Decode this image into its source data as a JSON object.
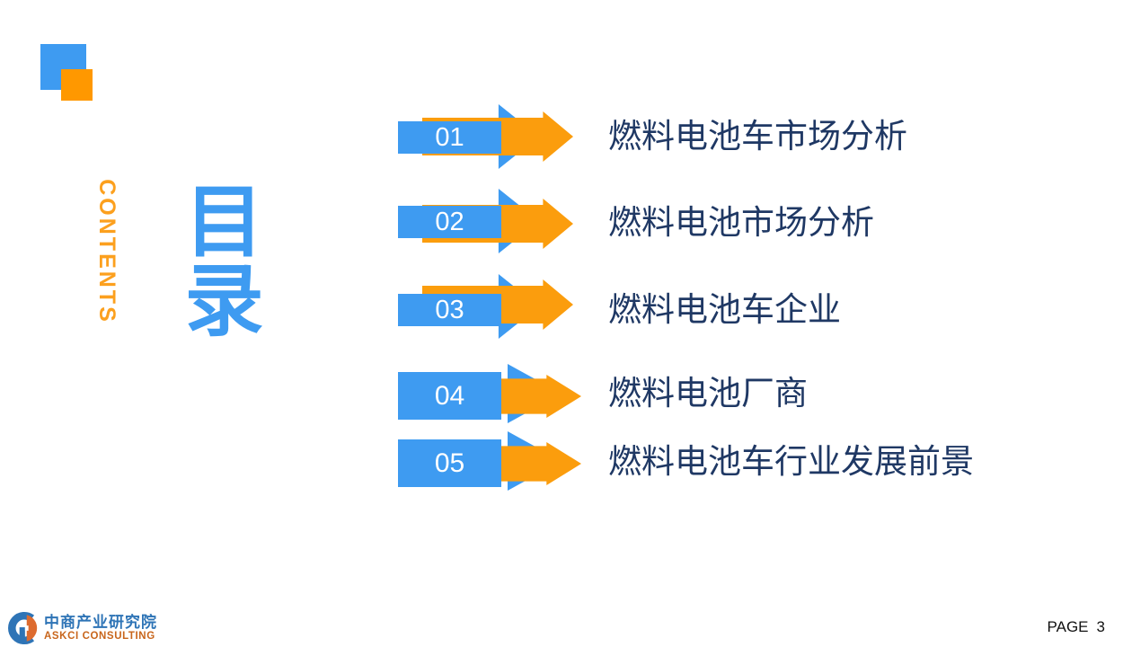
{
  "slide": {
    "title_en": "CONTENTS",
    "title_cn": "目录",
    "toc": {
      "items": [
        {
          "number": "01",
          "label": "燃料电池车市场分析"
        },
        {
          "number": "02",
          "label": "燃料电池市场分析"
        },
        {
          "number": "03",
          "label": "燃料电池车企业"
        },
        {
          "number": "04",
          "label": "燃料电池厂商"
        },
        {
          "number": "05",
          "label": "燃料电池车行业发展前景"
        }
      ]
    },
    "logo": {
      "name_cn": "中商产业研究院",
      "name_en": "ASKCI CONSULTING"
    },
    "footer": {
      "page_label": "PAGE",
      "page_number": "3"
    },
    "colors": {
      "accent_blue": "#3e9bf1",
      "accent_orange": "#fb9d0d",
      "deco_orange": "#ff9800",
      "contents_orange": "#fca01e",
      "title_navy": "#1f3864",
      "logo_blue": "#2e74b6",
      "logo_orange": "#c8651b"
    }
  }
}
